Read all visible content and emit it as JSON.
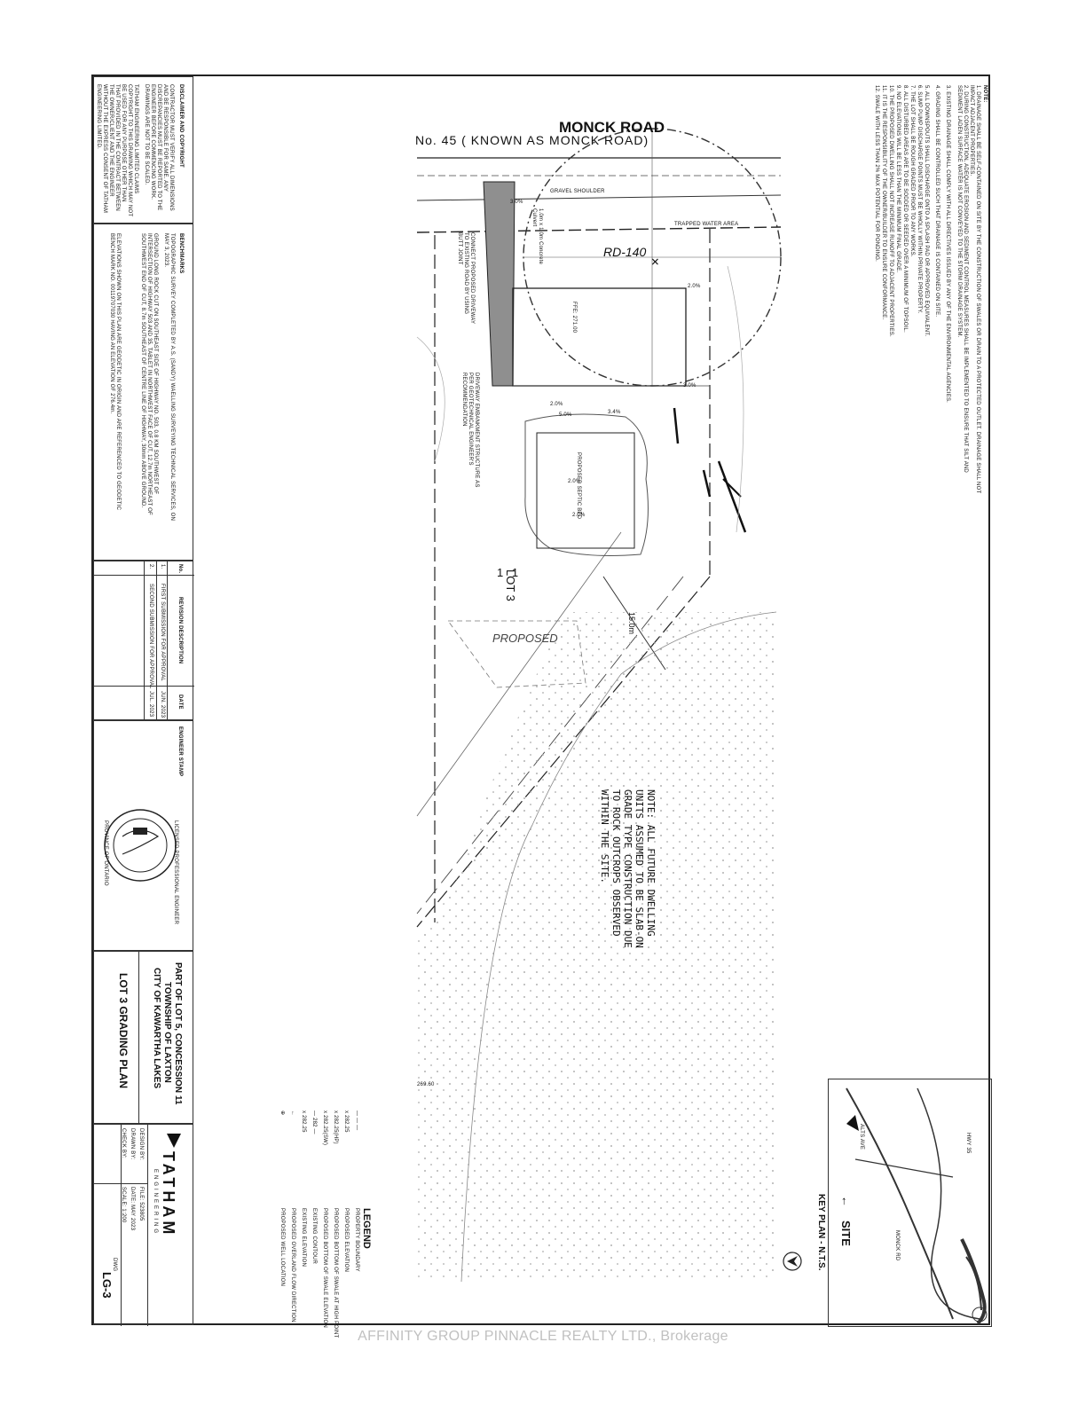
{
  "drawing": {
    "road_name": "MONCK ROAD",
    "road_alias": "No. 45   ( KNOWN AS  MONCK ROAD)",
    "road_code": "RD-140",
    "lot_label": "LOT 3",
    "lot_number": "1 1",
    "setback": "15.0m",
    "proposed_label": "PROPOSED",
    "gravel_shoulder": "GRAVEL SHOULDER",
    "trapped_water": "TRAPPED WATER AREA",
    "driveway_note": "DRIVEWAY EMBANKMENT STRUCTURE AS PER GEOTECHNICAL ENGINEER'S RECOMMENDATION",
    "connect_note": "CONNECT PROPOSED DRIVEWAY TO EXISTING ROAD BY USING BUTT JOINT",
    "culvert_note": "1.0m x 1.0m Concrete Culvert",
    "ffe_note": "FFE: 271.00",
    "septic_note": "PROPOSED SEPTIC BED",
    "rock_note": "NOTE: ALL FUTURE DWELLING UNITS ASSUMED TO BE SLAB-ON GRADE TYPE CONSTRUCTION DUE TO ROCK OUTCROPS OBSERVED WITHIN THE SITE.",
    "slopes": [
      "3.0%",
      "2.0%",
      "2.0%",
      "3.4%",
      "2.0%",
      "2.0%",
      "3.0%",
      "5.0%"
    ],
    "contour": "269.60"
  },
  "general_notes": {
    "heading": "NOTE:",
    "items": [
      "1. DRAINAGE SHALL BE SELF-CONTAINED ON SITE BY THE CONSTRUCTION OF SWALES OR DRAIN TO A PROTECTED OUTLET. DRAINAGE SHALL NOT IMPACT ADJACENT PROPERTIES.",
      "2. DURING CONSTRUCTION, ADEQUATE EROSION AND SEDIMENT CONTROL MEASURES SHALL BE IMPLEMENTED TO ENSURE THAT SILT AND SEDIMENT LADEN SURFACE WATER IS NOT CONVEYED TO THE STORM DRAINAGE SYSTEM.",
      "3. EXISTING DRAINAGE SHALL COMPLY WITH ALL DIRECTIVES ISSUED BY ANY OF THE ENVIRONMENTAL AGENCIES.",
      "4. GRADING SHALL BE CONTROLLED SUCH THAT DRAINAGE IS CONTAINED ON SITE.",
      "5. ALL DOWNSPOUTS SHALL DISCHARGE ONTO A SPLASH PAD OR APPROVED EQUIVALENT.",
      "6. SUMP PUMP DISCHARGE POINTS MUST BE WHOLLY WITHIN PRIVATE PROPERTY.",
      "7. THE LOT SHALL BE ROUGH GRADED PRIOR TO ANY WORKS.",
      "8. ALL DISTURBED AREAS ARE TO BE SODDED OR SEEDED OVER A MINIMUM OF TOPSOIL.",
      "9. NO ELEVATIONS WILL BE LESS THAN THE MINIMUM FINAL GRADE.",
      "10. THE PROPOSED DWELLING SHALL NOT INCREASE RUNOFF TO ADJACENT PROPERTIES.",
      "11. IT IS THE RESPONSIBILITY OF THE OWNER/BUILDER TO ENSURE CONFORMANCE.",
      "12. SWALE WITH LESS THAN 2% MAX POTENTIAL FOR PONDING."
    ]
  },
  "key_plan": {
    "title": "KEY PLAN - N.T.S.",
    "site_label": "SITE",
    "street_1": "HWY 35",
    "street_2": "ALTS AVE",
    "street_3": "MONCK RD"
  },
  "legend": {
    "title": "LEGEND",
    "items": [
      {
        "symbol": "— — —",
        "label": "PROPERTY BOUNDARY"
      },
      {
        "symbol": "x 282.25",
        "label": "PROPOSED ELEVATION"
      },
      {
        "symbol": "x 282.25(HP)",
        "label": "PROPOSED BOTTOM OF SWALE AT HIGH POINT"
      },
      {
        "symbol": "x 282.25(SW)",
        "label": "PROPOSED BOTTOM OF SWALE ELEVATION"
      },
      {
        "symbol": "— 282 —",
        "label": "EXISTING CONTOUR"
      },
      {
        "symbol": "x 282.25",
        "label": "EXISTING ELEVATION"
      },
      {
        "symbol": "←",
        "label": "PROPOSED OVERLAND FLOW DIRECTION"
      },
      {
        "symbol": "⊕",
        "label": "PROPOSED WELL LOCATION"
      }
    ]
  },
  "disclaimer": {
    "title": "DISCLAIMER AND COPYRIGHT",
    "text_1": "CONTRACTOR MUST VERIFY ALL DIMENSIONS AND BE RESPONSIBLE FOR SAME. ANY DISCREPANCIES MUST BE REPORTED TO THE ENGINEER BEFORE COMMENCING WORK. DRAWINGS ARE NOT TO BE SCALED.",
    "text_2": "TATHAM ENGINEERING LIMITED CLAIMS COPYRIGHT TO THIS DRAWING WHICH MAY NOT BE USED FOR ANY PURPOSE OTHER THAN THAT PROVIDED IN THE CONTRACT BETWEEN THE OWNER/CLIENT AND THE ENGINEER WITHOUT THE EXPRESS CONSENT OF TATHAM ENGINEERING LIMITED."
  },
  "benchmarks": {
    "title": "BENCHMARKS",
    "line_1": "TOPOGRAPHIC SURVEY COMPLETED BY A.S. (SANDY) WAELLING SURVEYING TECHNICAL SERVICES, ON MAY 3, 2023.",
    "line_2": "GROUND LONG ROCK CUT ON SOUTHEAST SIDE OF HIGHWAY NO. 503, 0.8 KM SOUTHWEST OF INTERSECTION OF HIGHWAY 503 AND 35. TABLET IN NORTHWEST FACE OF CUT, 12.7m NORTHEAST OF SOUTHWEST END OF CUT, 8.7m SOUTHEAST OF CENTRE LINE OF HIGHWAY, 30mm ABOVE GROUND.",
    "line_3": "ELEVATIONS SHOWN ON THIS PLAN ARE GEODETIC IN ORIGIN AND ARE REFERENCED TO GEODETIC BENCH MARK NO. 00119707030 HAVING AN ELEVATION OF 276.4m."
  },
  "revisions": {
    "col_no": "No.",
    "col_desc": "REVISION DESCRIPTION",
    "col_date": "DATE",
    "rows": [
      {
        "no": "1.",
        "desc": "FIRST SUBMISSION FOR APPROVAL",
        "date": "JUN. 2023"
      },
      {
        "no": "2.",
        "desc": "SECOND SUBMISSION FOR APPROVAL",
        "date": "JUL. 2023"
      }
    ]
  },
  "stamp": {
    "label": "ENGINEER STAMP",
    "ring_text": "LICENSED PROFESSIONAL ENGINEER",
    "province": "PROVINCE OF ONTARIO"
  },
  "project": {
    "line_1": "PART OF LOT 5, CONCESSION 11",
    "line_2": "TOWNSHIP OF LAXTON",
    "line_3": "CITY OF KAWARTHA LAKES",
    "sheet_title": "LOT 3 GRADING PLAN"
  },
  "title_block": {
    "company": "TATHAM",
    "company_sub": "ENGINEERING",
    "design_by": "DESIGN BY:",
    "drawn_by": "DRAWN BY:",
    "check_by": "CHECK BY:",
    "file": "FILE: 523805",
    "date": "DATE: MAY 2023",
    "scale": "SCALE: 1:200",
    "dwg_label": "DWG",
    "dwg_no": "LG-3"
  },
  "watermark": "AFFINITY GROUP PINNACLE REALTY LTD., Brokerage"
}
